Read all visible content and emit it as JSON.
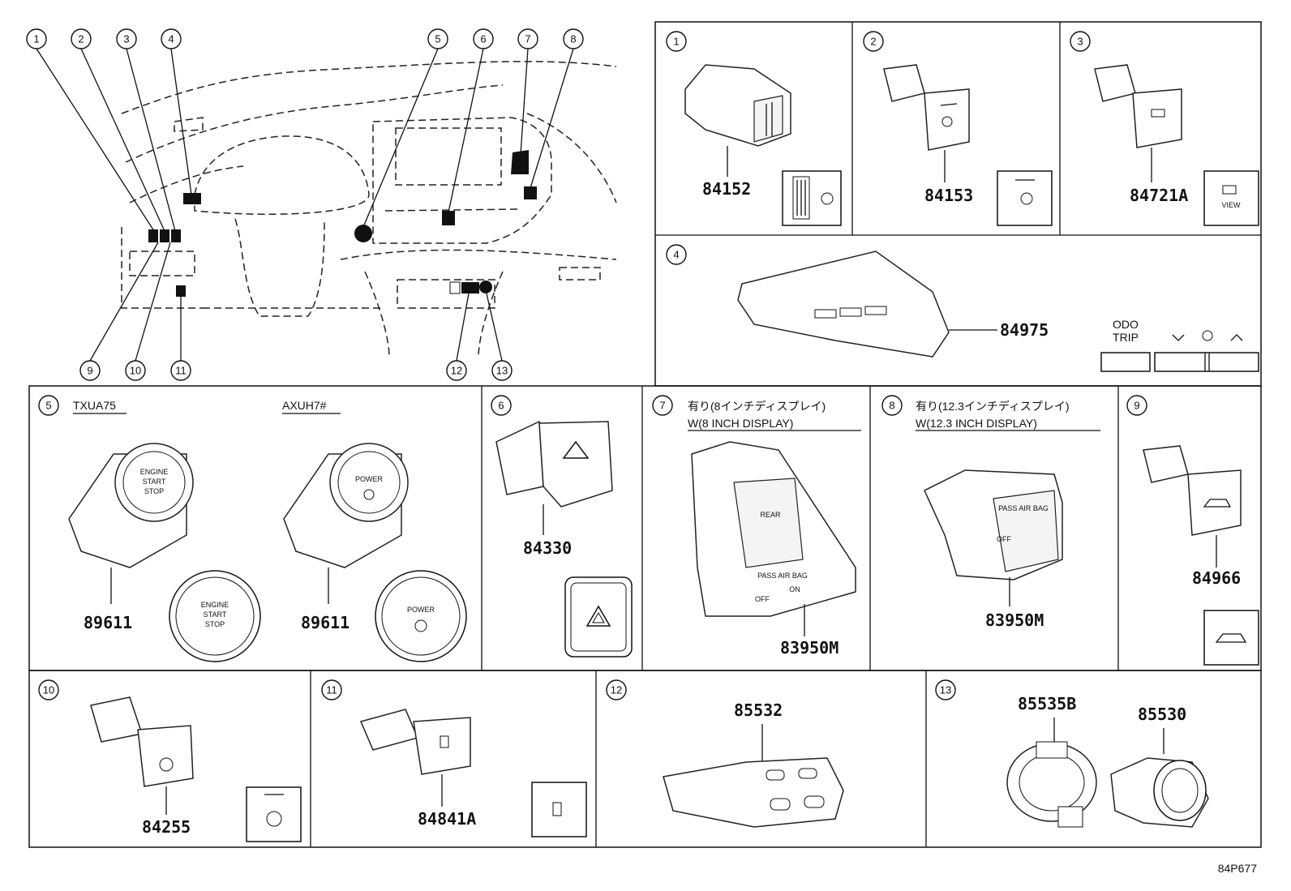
{
  "callouts": [
    "1",
    "2",
    "3",
    "4",
    "5",
    "6",
    "7",
    "8",
    "9",
    "10",
    "11",
    "12",
    "13"
  ],
  "panels": {
    "p1": {
      "num": "1",
      "part": "84152"
    },
    "p2": {
      "num": "2",
      "part": "84153"
    },
    "p3": {
      "num": "3",
      "part": "84721A",
      "icon_text": "VIEW"
    },
    "p4": {
      "num": "4",
      "part": "84975",
      "odo": "ODO",
      "trip": "TRIP"
    },
    "p5": {
      "num": "5",
      "model_a": "TXUA75",
      "model_b": "AXUH7#",
      "part_a": "89611",
      "part_b": "89611",
      "engine_line1": "ENGINE",
      "engine_line2": "START",
      "engine_line3": "STOP",
      "power": "POWER"
    },
    "p6": {
      "num": "6",
      "part": "84330"
    },
    "p7": {
      "num": "7",
      "jp": "有り(8インチディスプレイ)",
      "en": "W(8 INCH DISPLAY)",
      "part": "83950M",
      "rear": "REAR",
      "airbag": "PASS AIR BAG",
      "off": "OFF",
      "on": "ON"
    },
    "p8": {
      "num": "8",
      "jp": "有り(12.3インチディスプレイ)",
      "en": "W(12.3 INCH DISPLAY)",
      "part": "83950M",
      "airbag": "PASS AIR BAG",
      "off": "OFF"
    },
    "p9": {
      "num": "9",
      "part": "84966"
    },
    "p10": {
      "num": "10",
      "part": "84255"
    },
    "p11": {
      "num": "11",
      "part": "84841A"
    },
    "p12": {
      "num": "12",
      "part": "85532"
    },
    "p13": {
      "num": "13",
      "part_a": "85535B",
      "part_b": "85530"
    }
  },
  "figure_code": "84P677"
}
